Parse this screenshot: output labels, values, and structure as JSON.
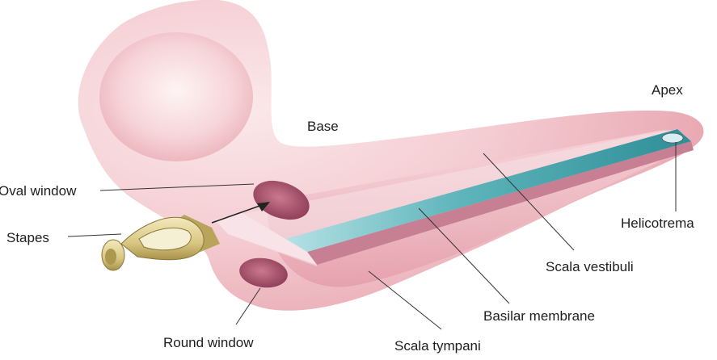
{
  "labels": {
    "apex": "Apex",
    "base": "Base",
    "oval_window": "Oval window",
    "stapes": "Stapes",
    "helicotrema": "Helicotrema",
    "scala_vestibuli": "Scala vestibuli",
    "basilar_membrane": "Basilar membrane",
    "round_window": "Round window",
    "scala_tympani": "Scala tympani"
  },
  "colors": {
    "tissue": "#f3c7cb",
    "tissue_dark": "#d98a97",
    "window": "#b35c76",
    "membrane": "#3f9fa6",
    "stapes": "#d8c98a",
    "line": "#333333"
  }
}
